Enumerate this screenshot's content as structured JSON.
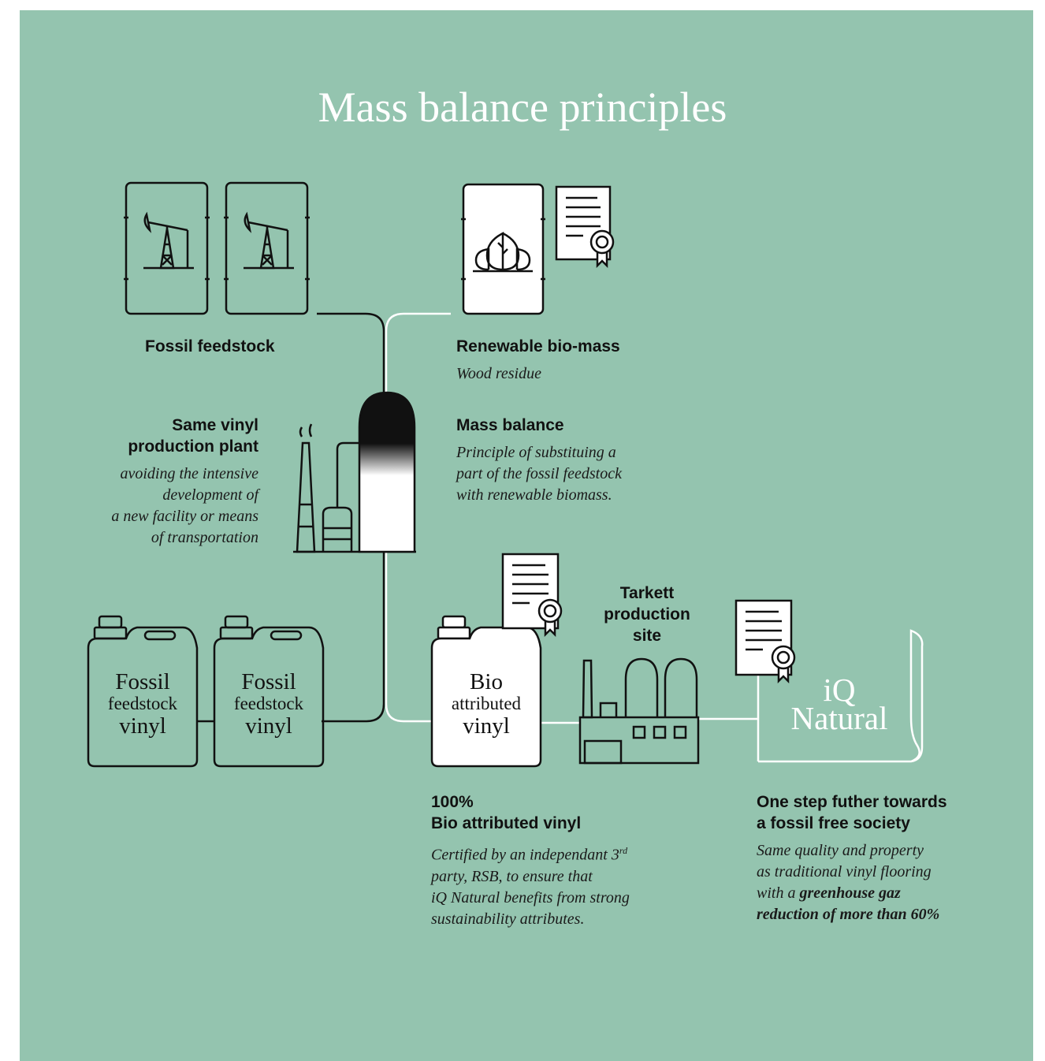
{
  "title": "Mass balance principles",
  "fossil_feedstock": {
    "label": "Fossil feedstock"
  },
  "renewable": {
    "label": "Renewable bio-mass",
    "description": "Wood residue"
  },
  "plant": {
    "label_lines": [
      "Same vinyl",
      "production plant"
    ],
    "description_lines": [
      "avoiding the intensive",
      "development of",
      "a new facility or means",
      "of transportation"
    ]
  },
  "mass_balance": {
    "label": "Mass balance",
    "description_lines": [
      "Principle of substituing a",
      "part of the fossil feedstock",
      "with renewable biomass."
    ]
  },
  "fossil_vinyl_jars": [
    {
      "line1": "Fossil",
      "line2": "feedstock",
      "line3": "vinyl"
    },
    {
      "line1": "Fossil",
      "line2": "feedstock",
      "line3": "vinyl"
    }
  ],
  "bio_jar": {
    "line1": "Bio",
    "line2": "attributed",
    "line3": "vinyl"
  },
  "tarkett": {
    "label_lines": [
      "Tarkett",
      "production",
      "site"
    ]
  },
  "iq_natural": {
    "line1": "iQ",
    "line2": "Natural"
  },
  "bio_attributed": {
    "label_lines": [
      "100%",
      "Bio attributed vinyl"
    ],
    "description": {
      "line1_pre": "Certified by an independant 3",
      "line1_sup": "rd",
      "line2": "party, RSB, to ensure that",
      "line3": "iQ Natural benefits from strong",
      "line4": "sustainability attributes."
    }
  },
  "fossil_free": {
    "label_lines": [
      "One step futher towards",
      "a fossil free society"
    ],
    "description": {
      "line1": "Same quality and property",
      "line2": "as traditional vinyl flooring",
      "line3_pre": "with a ",
      "line3_bold": "greenhouse gaz",
      "line4_bold": "reduction of more than 60%"
    }
  },
  "colors": {
    "background": "#94c4af",
    "ink": "#111111",
    "white": "#ffffff"
  }
}
